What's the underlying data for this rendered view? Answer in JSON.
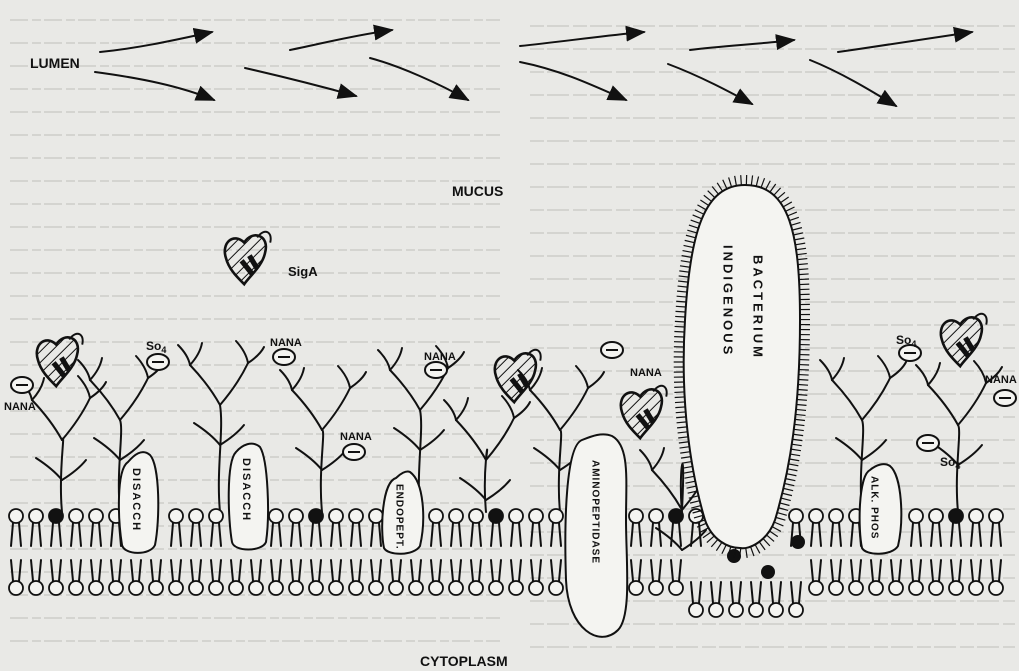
{
  "labels": {
    "lumen": "LUMEN",
    "mucus": "MUCUS",
    "cytoplasm": "CYTOPLASM",
    "siga": "SigA",
    "nana": "NANA",
    "so4": "So",
    "so4_sub": "4",
    "disacch": "DISACCH",
    "endopept": "ENDOPEPT.",
    "aminopeptidase": "AMINOPEPTIDASE",
    "indigenous": "INDIGENOUS",
    "bacterium": "BACTERIUM",
    "alk_phos": "ALK. PHOS"
  },
  "colors": {
    "ink": "#111111",
    "paper": "#e9e9e6",
    "faint_text": "#d4d4d0"
  }
}
